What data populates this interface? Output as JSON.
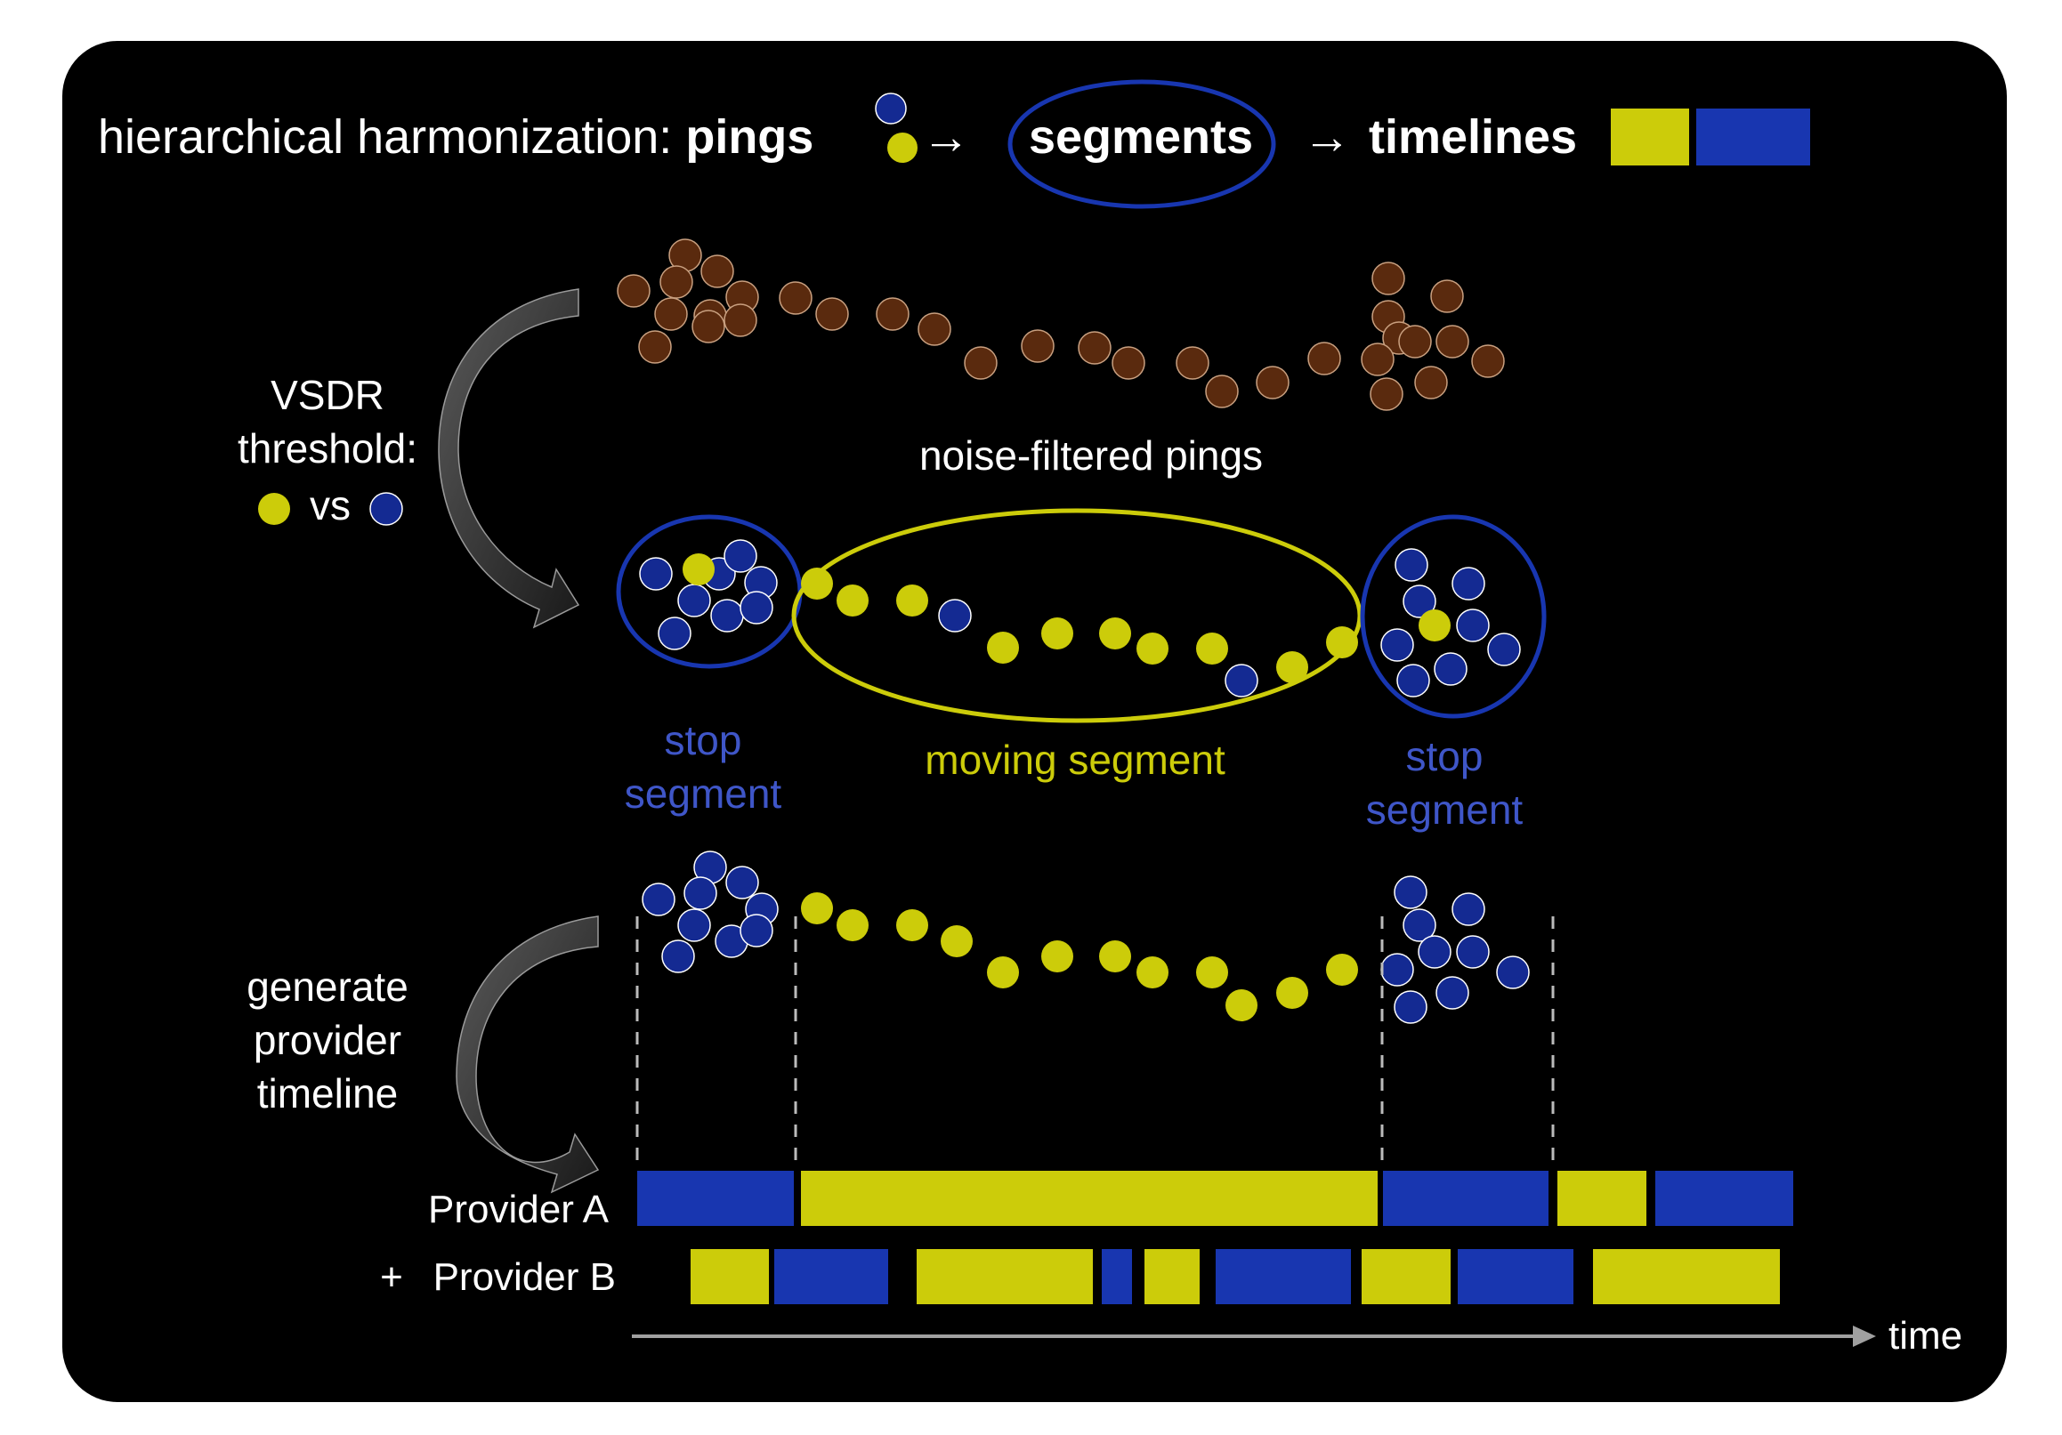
{
  "colors": {
    "background": "#000000",
    "yellow": "#cccc0a",
    "blue": "#1836b0",
    "blue_text": "#3f56c8",
    "brown": "#5a2a0e",
    "dot_blue": "#142a92",
    "arrow_fill": "#3a3a3a",
    "text": "#ffffff",
    "axis": "#9a9a9a"
  },
  "title": {
    "prefix": "hierarchical harmonization: ",
    "pings": "pings",
    "arrow1": "→",
    "segments": "segments",
    "arrow2": "→",
    "timelines": "timelines"
  },
  "left_labels": {
    "vsdr_line1": "VSDR",
    "vsdr_line2": "threshold:",
    "vs": "vs",
    "gen_line1": "generate",
    "gen_line2": "provider",
    "gen_line3": "timeline"
  },
  "captions": {
    "noise": "noise-filtered pings",
    "stop_left_1": "stop",
    "stop_left_2": "segment",
    "moving": "moving segment",
    "stop_right_1": "stop",
    "stop_right_2": "segment"
  },
  "timeline": {
    "provider_a": "Provider A",
    "plus": "+",
    "provider_b": "Provider B",
    "time_label": "time"
  }
}
